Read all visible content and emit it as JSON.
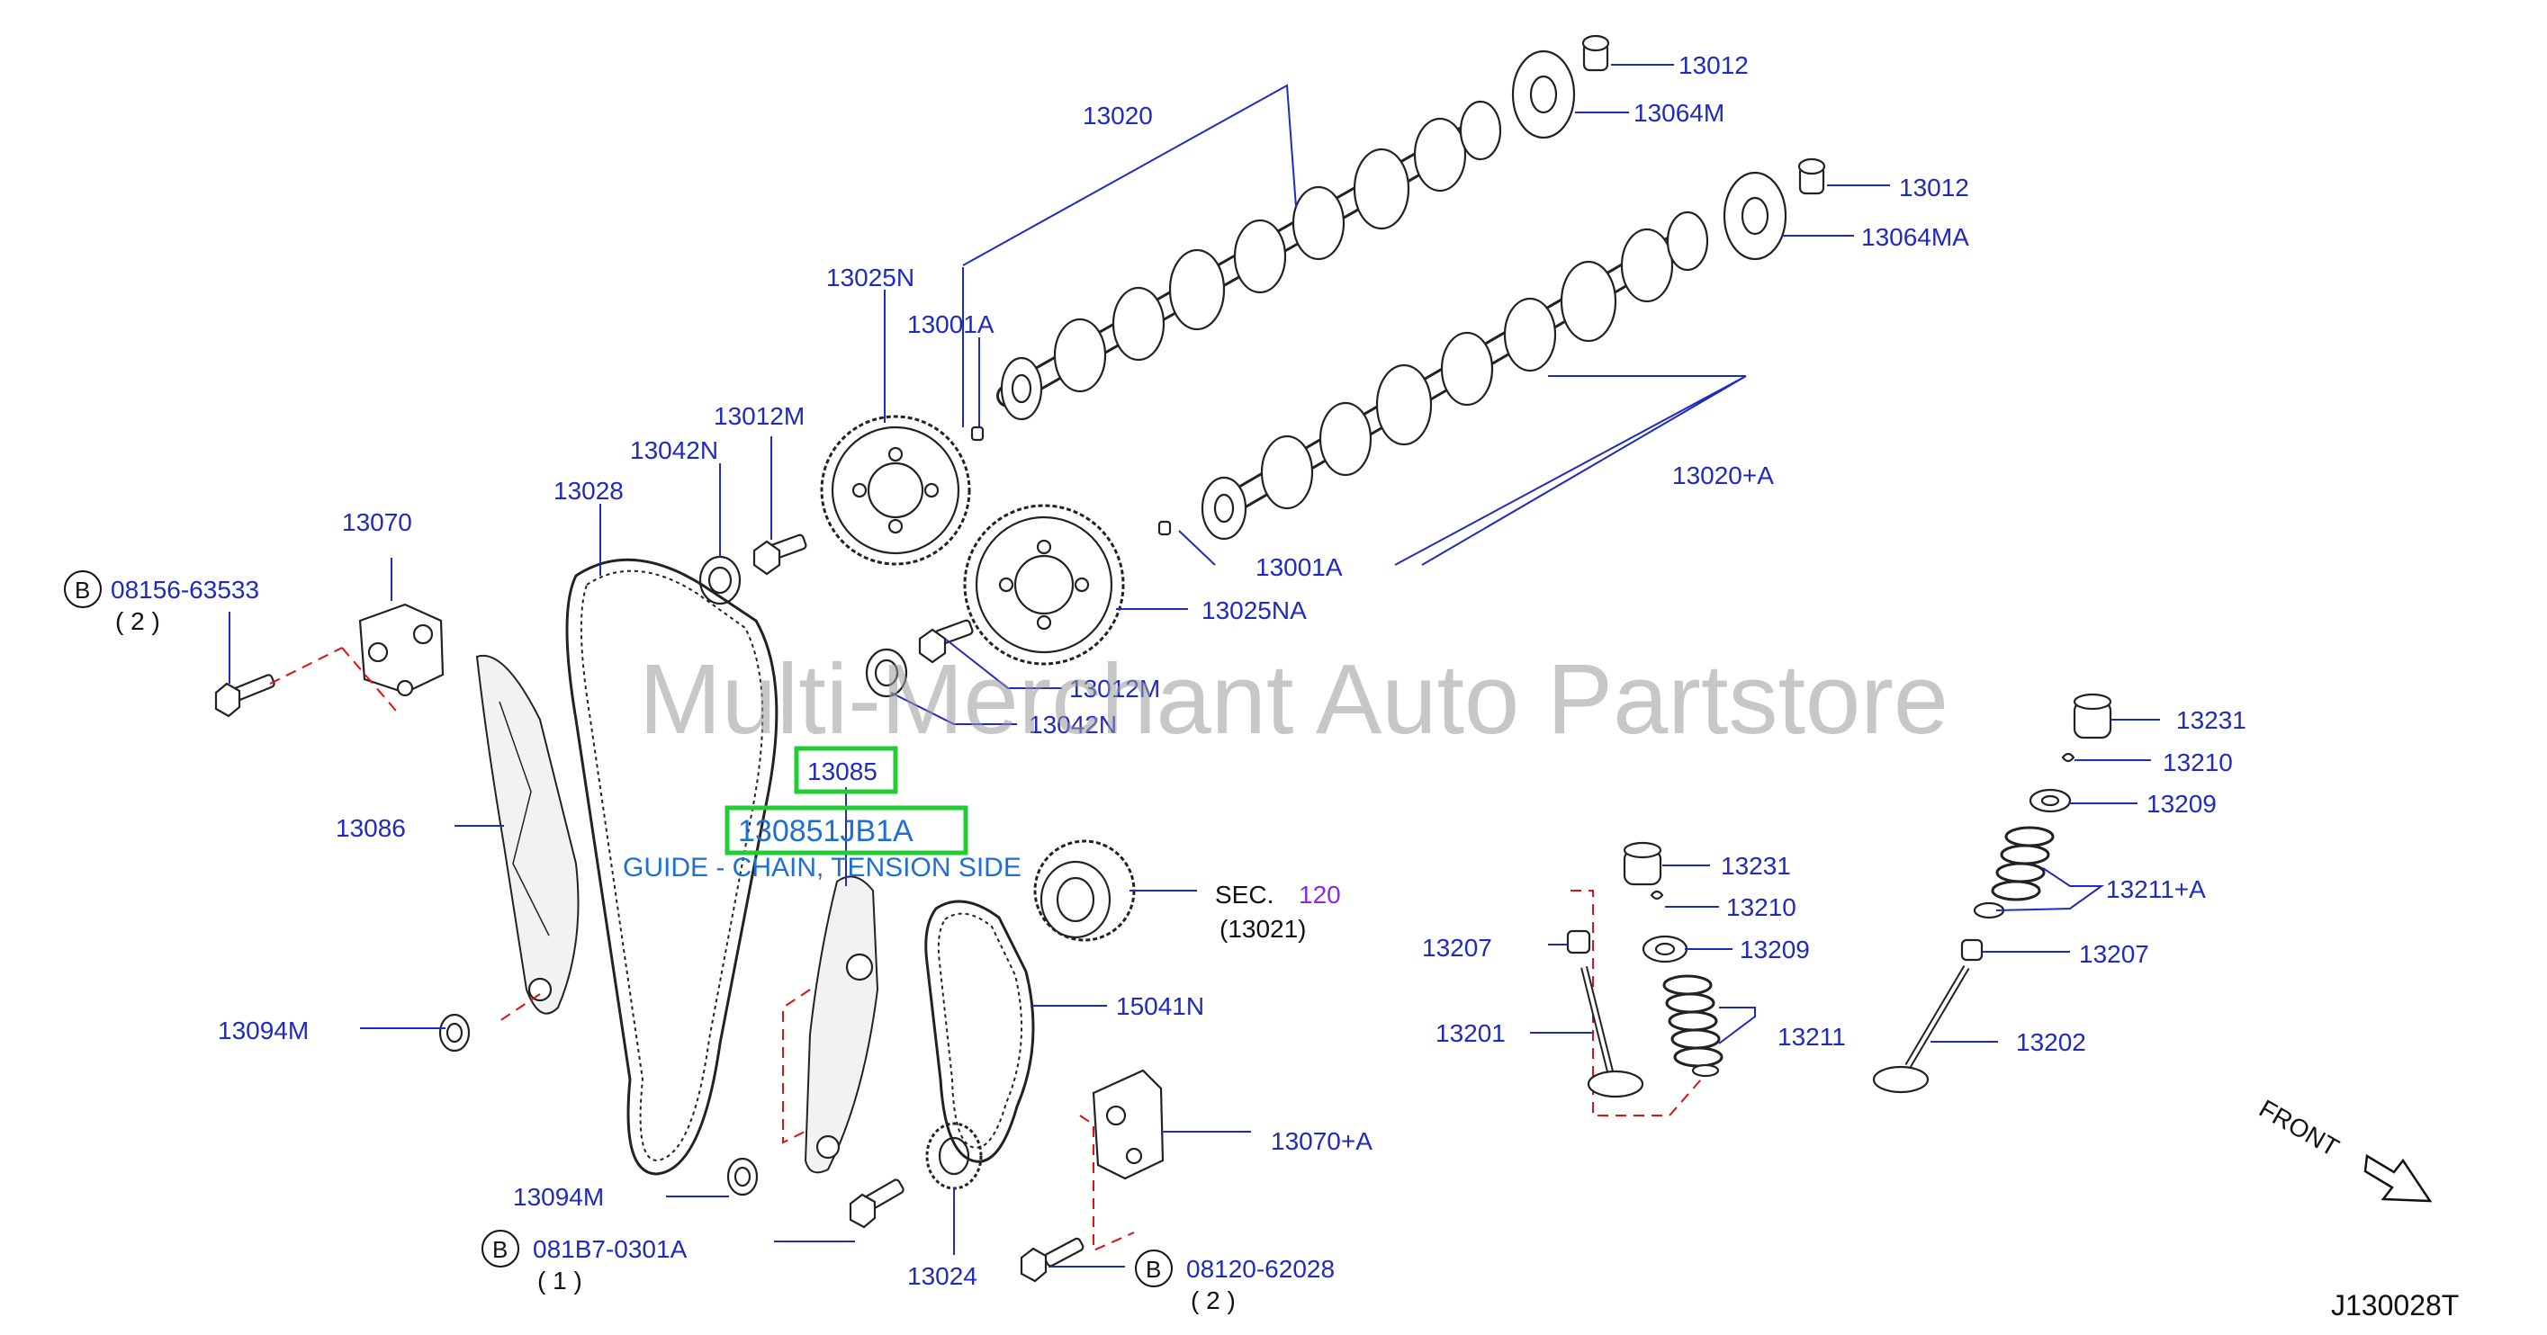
{
  "labels": {
    "p13012_top": "13012",
    "p13064M": "13064M",
    "p13020": "13020",
    "p13012_mid": "13012",
    "p13064MA": "13064MA",
    "p13025N": "13025N",
    "p13001A_top": "13001A",
    "p13012M_top": "13012M",
    "p13042N_top": "13042N",
    "p13028": "13028",
    "p13020A": "13020+A",
    "p13070": "13070",
    "p13001A_mid": "13001A",
    "p13025NA": "13025NA",
    "p13012M_mid": "13012M",
    "p13042N_mid": "13042N",
    "p13086": "13086",
    "p13085": "13085",
    "p130851JB1A": "130851JB1A",
    "guide_desc": "GUIDE - CHAIN, TENSION SIDE",
    "sec": "SEC.",
    "sec_num": "120",
    "sec_ref": "(13021)",
    "p15041N": "15041N",
    "p13094M_left": "13094M",
    "p13094M_bottom": "13094M",
    "p13070A": "13070+A",
    "p13024": "13024",
    "p13231_right": "13231",
    "p13210_right": "13210",
    "p13209_right": "13209",
    "p13211A": "13211+A",
    "p13207_right": "13207",
    "p13202": "13202",
    "p13231_left": "13231",
    "p13210_left": "13210",
    "p13209_left": "13209",
    "p13207_left": "13207",
    "p13201": "13201",
    "p13211": "13211",
    "bolt1_code": "08156-63533",
    "bolt1_qty": "( 2 )",
    "bolt2_code": "081B7-0301A",
    "bolt2_qty": "( 1 )",
    "bolt3_code": "08120-62028",
    "bolt3_qty": "( 2 )",
    "b_marker": "B",
    "front": "FRONT",
    "diagram_code": "J130028T",
    "watermark": "Multi-Merchant Auto Partstore"
  },
  "colors": {
    "label_blue": "#1f2bbf",
    "highlight_green": "#22cc33",
    "accent_red": "#dd1111",
    "sec_purple": "#8a2be2"
  }
}
